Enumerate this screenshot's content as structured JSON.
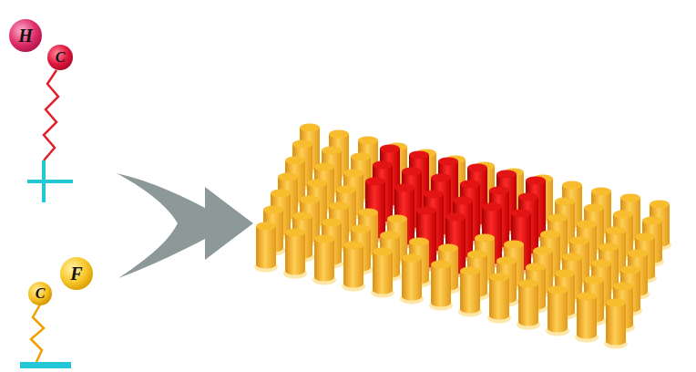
{
  "diagram": {
    "nodes": [
      {
        "text": [
          "H"
        ]
      },
      {
        "text": [
          "C"
        ]
      },
      {
        "text": [
          "C"
        ]
      },
      {
        "text": [
          "F"
        ]
      }
    ]
  }
}
